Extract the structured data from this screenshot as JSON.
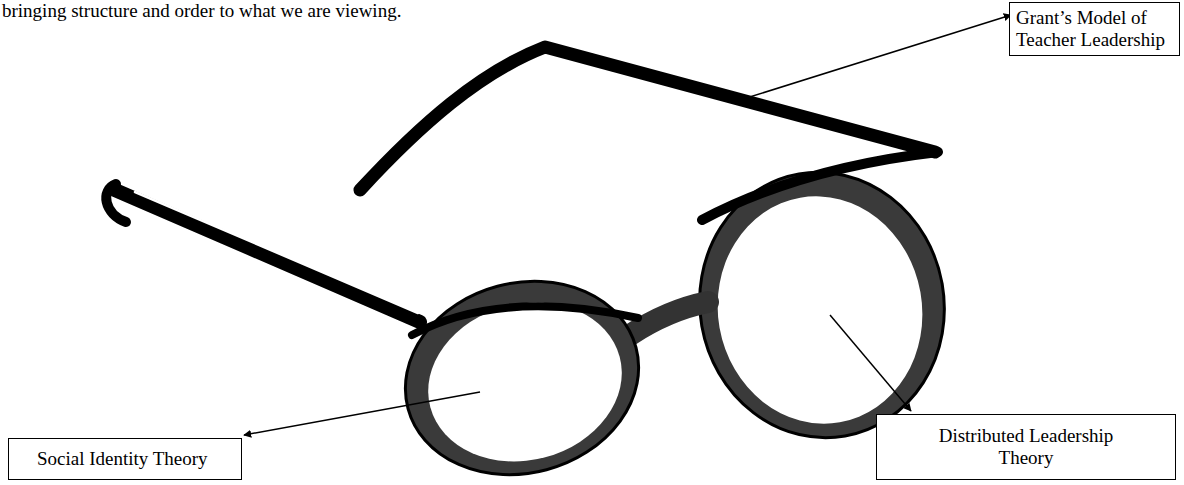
{
  "diagram": {
    "nodes": [
      {
        "text": [
          "Grant’s Model of Teacher Leadership"
        ]
      },
      {
        "text": [
          "Social Identity Theory"
        ]
      },
      {
        "text": [
          "Distributed Leadership Theory"
        ]
      }
    ],
    "labels": [
      "bringing structure and order to what we are viewing."
    ]
  }
}
